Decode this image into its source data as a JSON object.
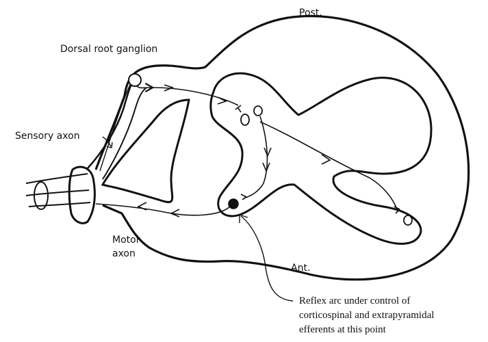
{
  "labels": {
    "post": "Post.",
    "ganglion": "Dorsal root ganglion",
    "sensory": "Sensory axon",
    "motor_line1": "Motor",
    "motor_line2": "axon",
    "ant": "Ant.",
    "reflex_line1": "Reflex arc under control of",
    "reflex_line2": "corticospinal and extrapyramidal",
    "reflex_line3": "efferents at this point"
  },
  "colors": {
    "ink": "#111111",
    "background": "#ffffff"
  }
}
